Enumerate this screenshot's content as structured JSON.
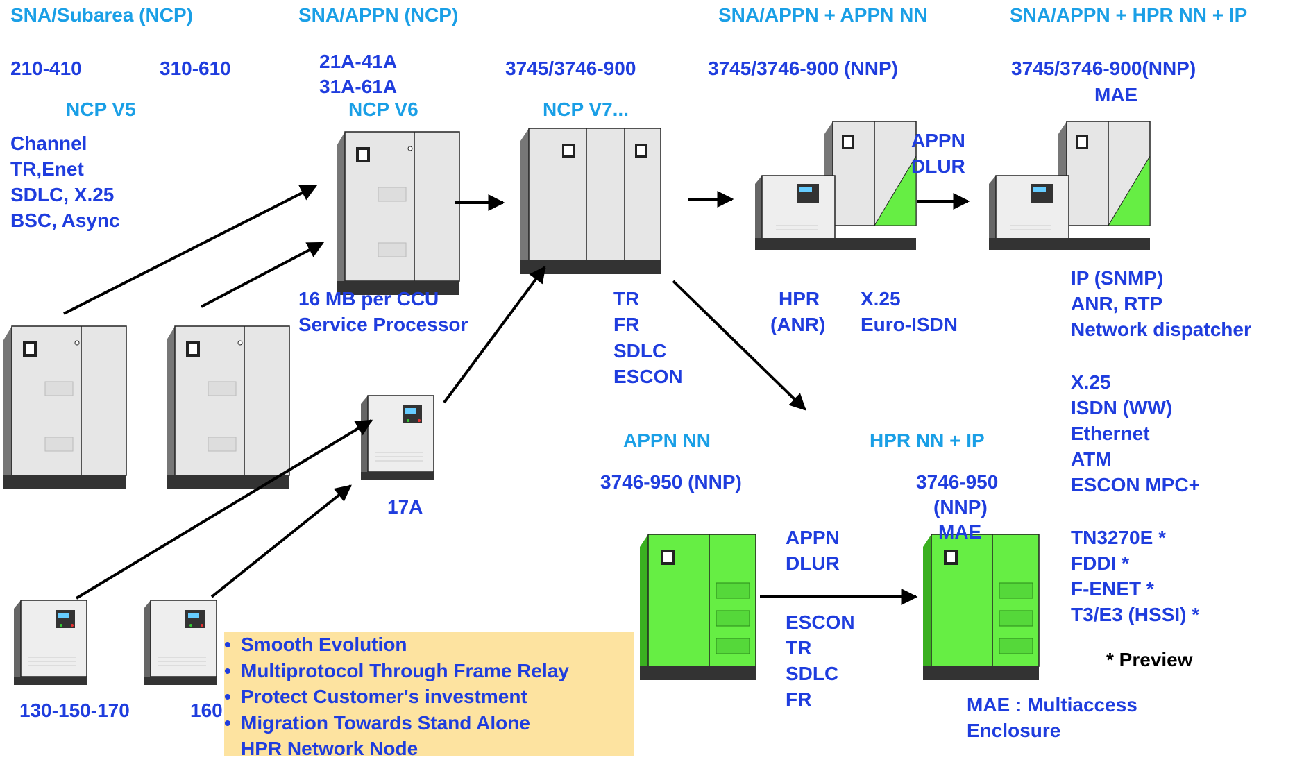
{
  "headers": {
    "h1": "SNA/Subarea (NCP)",
    "h2": "SNA/APPN (NCP)",
    "h3": "SNA/APPN  + APPN NN",
    "h4": "SNA/APPN  + HPR NN + IP"
  },
  "models": {
    "m210": "210-410",
    "m310": "310-610",
    "m21a": [
      "21A-41A",
      "31A-61A"
    ],
    "m3745": "3745/3746-900",
    "m3745nnp": "3745/3746-900 (NNP)",
    "m3745nnp_mae": [
      "3745/3746-900(NNP)",
      "MAE"
    ],
    "m17a": "17A",
    "m130": "130-150-170",
    "m160": "160",
    "m950": "3746-950 (NNP)",
    "m950_mae": [
      "3746-950",
      "(NNP)",
      "MAE"
    ]
  },
  "ncp": {
    "v5": "NCP V5",
    "v6": "NCP V6",
    "v7": "NCP V7..."
  },
  "features": {
    "subarea": [
      "Channel",
      "TR,Enet",
      "SDLC, X.25",
      "BSC, Async"
    ],
    "ncpv6": [
      "16 MB per CCU",
      "Service Processor"
    ],
    "ncpv7": [
      "TR",
      "FR",
      "SDLC",
      "ESCON"
    ],
    "appn_dlur": [
      "APPN",
      "DLUR"
    ],
    "hpr_anr": [
      "HPR",
      "(ANR)"
    ],
    "x25": [
      "X.25",
      "Euro-ISDN"
    ],
    "ip": [
      "IP (SNMP)",
      "ANR, RTP",
      "Network dispatcher"
    ],
    "wan": [
      "X.25",
      "ISDN (WW)",
      "Ethernet",
      "ATM",
      "ESCON MPC+"
    ],
    "preview_list": [
      "TN3270E *",
      "FDDI *",
      "F-ENET *",
      "T3/E3 (HSSI) *"
    ],
    "preview_note": "* Preview",
    "appn_nn": "APPN  NN",
    "hpr_nn_ip": "HPR NN + IP",
    "appn_dlur2": [
      "APPN",
      "DLUR"
    ],
    "escon_list": [
      "ESCON",
      "TR",
      "SDLC",
      "FR"
    ],
    "mae_note": [
      "MAE : Multiaccess",
      "Enclosure"
    ]
  },
  "benefits": [
    "Smooth Evolution",
    "Multiprotocol Through Frame Relay",
    "Protect Customer's investment",
    "Migration Towards Stand Alone",
    "HPR Network Node"
  ],
  "colors": {
    "label_blue": "#1f3dde",
    "header_cyan": "#1a9fe6",
    "cabinet_gray": "#e6e6e6",
    "cabinet_green": "#66ee44",
    "note_bg": "#fde3a0"
  }
}
